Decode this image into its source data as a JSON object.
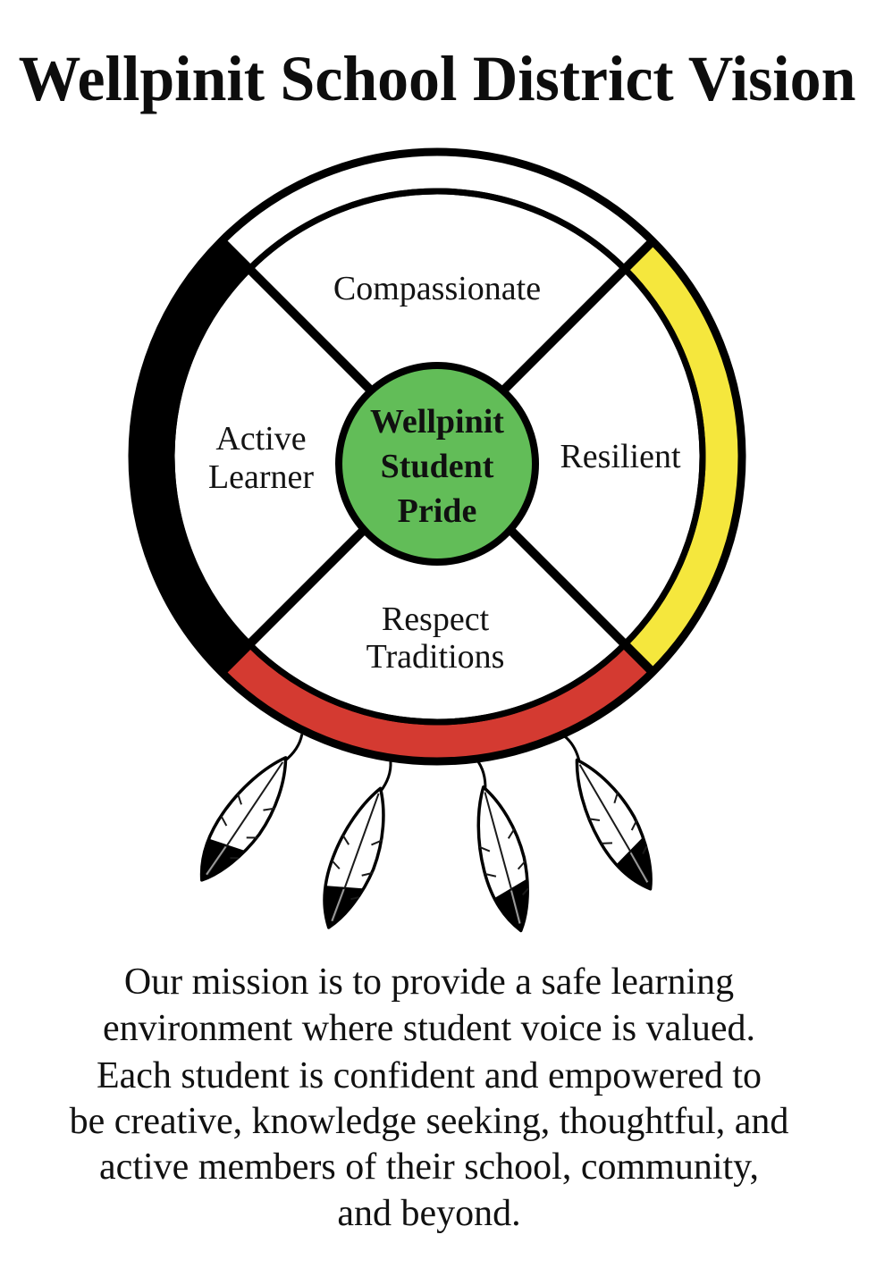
{
  "page": {
    "title": "Wellpinit School District Vision",
    "background_color": "#ffffff"
  },
  "wheel": {
    "type": "medicine-wheel",
    "center": {
      "label": "Wellpinit Student Pride",
      "lines": [
        "Wellpinit",
        "Student",
        "Pride"
      ],
      "fill": "#62bd58"
    },
    "quadrants": [
      {
        "position": "top",
        "label": "Compassionate",
        "ring_color": "#ffffff"
      },
      {
        "position": "right",
        "label": "Resilient",
        "ring_color": "#f5e73d"
      },
      {
        "position": "bottom",
        "label": "Respect Traditions",
        "line1": "Respect",
        "line2": "Traditions",
        "ring_color": "#d43a31"
      },
      {
        "position": "left",
        "label": "Active Learner",
        "line1": "Active",
        "line2": "Learner",
        "ring_color": "#000000"
      }
    ],
    "feather_count": 4
  },
  "mission": {
    "full_text": "Our mission is to provide a safe learning environment where student voice is valued. Each student is confident and empowered to be creative, knowledge seeking, thoughtful, and active members of their school, community, and beyond.",
    "lines": [
      "Our mission is to provide a safe learning",
      "environment where student voice is valued.",
      "Each student is confident and empowered to",
      "be creative, knowledge seeking, thoughtful, and",
      "active members of their school, community,",
      "and beyond."
    ]
  }
}
